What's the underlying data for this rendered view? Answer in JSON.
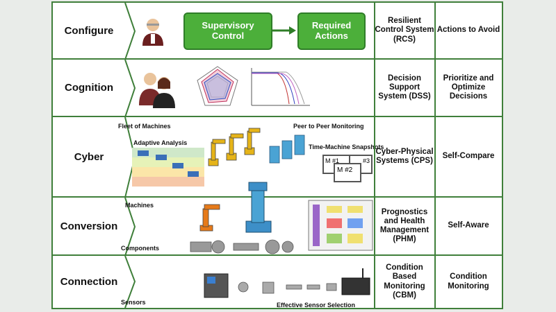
{
  "rows": [
    {
      "label": "Configure",
      "system": "Resilient Control System (RCS)",
      "outcome": "Actions to Avoid",
      "boxes": [
        "Supervisory Control",
        "Required Actions"
      ]
    },
    {
      "label": "Cognition",
      "system": "Decision Support System (DSS)",
      "outcome": "Prioritize and Optimize Decisions"
    },
    {
      "label": "Cyber",
      "system": "Cyber-Physical Systems (CPS)",
      "outcome": "Self-Compare",
      "captions": {
        "fleet": "Fleet of Machines",
        "adaptive": "Adaptive Analysis",
        "p2p": "Peer to Peer Monitoring",
        "snapshots": "Time-Machine Snapshots"
      },
      "snapshot_tags": [
        "M #1",
        "M #2",
        "#3"
      ]
    },
    {
      "label": "Conversion",
      "system": "Prognostics and Health Management (PHM)",
      "outcome": "Self-Aware",
      "captions": {
        "machines": "Machines",
        "components": "Components"
      }
    },
    {
      "label": "Connection",
      "system": "Condition Based Monitoring (CBM)",
      "outcome": "Condition Monitoring",
      "captions": {
        "sensors": "Sensors",
        "selection": "Effective Sensor Selection"
      }
    }
  ],
  "colors": {
    "accent": "#3f7f3a",
    "button": "#4caf3a"
  }
}
